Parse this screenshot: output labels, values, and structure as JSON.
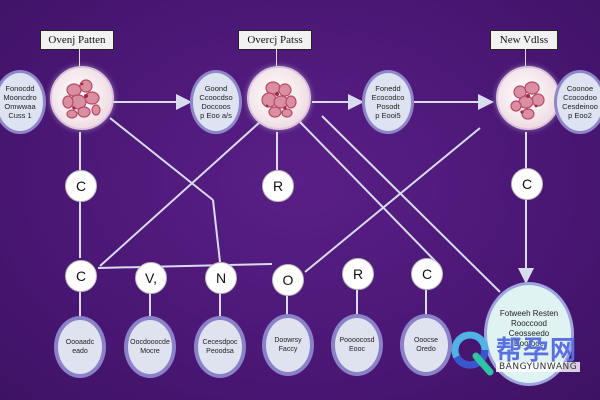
{
  "diagram": {
    "top_labels": [
      {
        "id": "label-left",
        "text": "Ovenj Patten"
      },
      {
        "id": "label-middle",
        "text": "Overcj Patss"
      },
      {
        "id": "label-right",
        "text": "New Vdlss"
      }
    ],
    "side_nodes": [
      {
        "id": "side-1",
        "lines": [
          "Fonocdd",
          "Mooncdro",
          "Omwwaa",
          "Cuss 1"
        ]
      },
      {
        "id": "side-2",
        "lines": [
          "Goond",
          "Ccoocdso",
          "Doccoos",
          "p Eoo a/s"
        ]
      },
      {
        "id": "side-3",
        "lines": [
          "Fonedd",
          "Ecocodco",
          "Posodt",
          "p Eooi5"
        ]
      },
      {
        "id": "side-4",
        "lines": [
          "Coonoe",
          "Ccocodoo",
          "Cesdeinoo",
          "p Eoo2"
        ]
      }
    ],
    "letter_nodes": [
      {
        "id": "letter-c-1",
        "text": "C"
      },
      {
        "id": "letter-r-1",
        "text": "R"
      },
      {
        "id": "letter-c-2",
        "text": "C"
      },
      {
        "id": "letter-c-3",
        "text": "C"
      },
      {
        "id": "letter-v",
        "text": "V,"
      },
      {
        "id": "letter-n",
        "text": "N"
      },
      {
        "id": "letter-o",
        "text": "O"
      },
      {
        "id": "letter-r-2",
        "text": "R"
      },
      {
        "id": "letter-c-4",
        "text": "C"
      }
    ],
    "bottom_nodes": [
      {
        "id": "bottom-1",
        "lines": [
          "Oooaadc",
          "eado"
        ]
      },
      {
        "id": "bottom-2",
        "lines": [
          "Oocdooocde",
          "Mocre"
        ]
      },
      {
        "id": "bottom-3",
        "lines": [
          "Cecesdpoc",
          "Peoodsa"
        ]
      },
      {
        "id": "bottom-4",
        "lines": [
          "Doowrsy",
          "Faccy"
        ]
      },
      {
        "id": "bottom-5",
        "lines": [
          "Poooocosd",
          "Eooc"
        ]
      },
      {
        "id": "bottom-6",
        "lines": [
          "Ooocse",
          "Oredo"
        ]
      }
    ],
    "big_node": {
      "lines": [
        "Fotweeh Resten",
        "Rooccood",
        "Ceosseedo",
        "Dootooe"
      ]
    },
    "colors": {
      "background": "#4a1775",
      "connector": "#d8dcef",
      "node_ring": "#8a82c8"
    }
  },
  "watermark": {
    "cn": "帮孕网",
    "en": "BANGYUNWANG"
  }
}
